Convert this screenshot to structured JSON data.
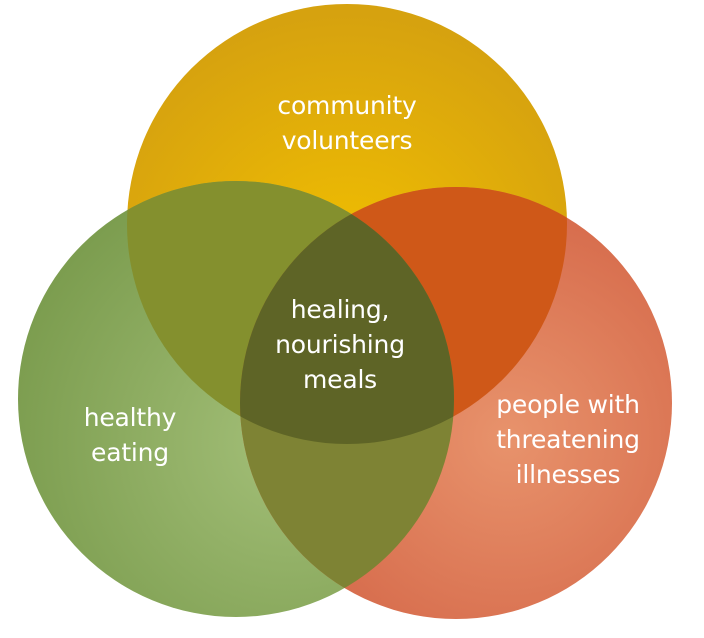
{
  "circles": [
    {
      "id": "top",
      "lines": [
        "community",
        "volunteers"
      ],
      "color": "#D6A20F",
      "highlight": "#F2C000"
    },
    {
      "id": "left",
      "lines": [
        "healthy",
        "eating"
      ],
      "color": "#7C9D4F",
      "highlight": "#A3BF78"
    },
    {
      "id": "right",
      "lines": [
        "people with",
        "threatening",
        "illnesses"
      ],
      "color": "#D36446",
      "highlight": "#E8936C"
    }
  ],
  "center": {
    "lines": [
      "healing,",
      "nourishing",
      "meals"
    ],
    "color": "#5E6426"
  },
  "overlaps": {
    "top_left": "#84902E",
    "top_right": "#CF5818",
    "left_right": "#7E8334"
  }
}
